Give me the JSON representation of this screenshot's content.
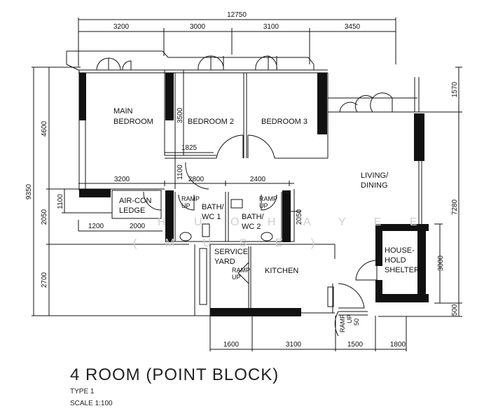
{
  "title": {
    "main": "4 ROOM (POINT BLOCK)",
    "type": "TYPE 1",
    "scale": "SCALE  1:100"
  },
  "watermark": {
    "line1": "H U O H A Y E E",
    "line2": "( M U S E )"
  },
  "rooms": {
    "main_bedroom_1": "MAIN",
    "main_bedroom_2": "BEDROOM",
    "bedroom2": "BEDROOM  2",
    "bedroom3": "BEDROOM  3",
    "living_1": "LIVING/",
    "living_2": "DINING",
    "aircon_1": "AIR-CON",
    "aircon_2": "LEDGE",
    "bath1_1": "BATH/",
    "bath1_2": "WC  1",
    "bath2_1": "BATH/",
    "bath2_2": "WC  2",
    "service_1": "SERVICE",
    "service_2": "YARD",
    "kitchen": "KITCHEN",
    "shelter_1": "HOUSE-",
    "shelter_2": "HOLD",
    "shelter_3": "SHELTER",
    "ramp_1": "RAMP",
    "ramp_2": "UP",
    "ramp_50": "50"
  },
  "dimensions": {
    "top_total": "12750",
    "top": [
      "3200",
      "3000",
      "3100",
      "3450"
    ],
    "left_total": "9350",
    "left": [
      "4600",
      "2050",
      "2700"
    ],
    "left_inner": "1100",
    "mid_row": [
      "3200",
      "2800",
      "2400"
    ],
    "ledge_row": [
      "1200",
      "2000"
    ],
    "bedroom2_depth": "3500",
    "bedroom2_width": "1825",
    "corridor": "1100",
    "bath_height": "2050",
    "right": [
      "1570",
      "7280",
      "500"
    ],
    "shelter_height": "3000",
    "bottom": [
      "1600",
      "3100",
      "1500",
      "1800"
    ]
  }
}
